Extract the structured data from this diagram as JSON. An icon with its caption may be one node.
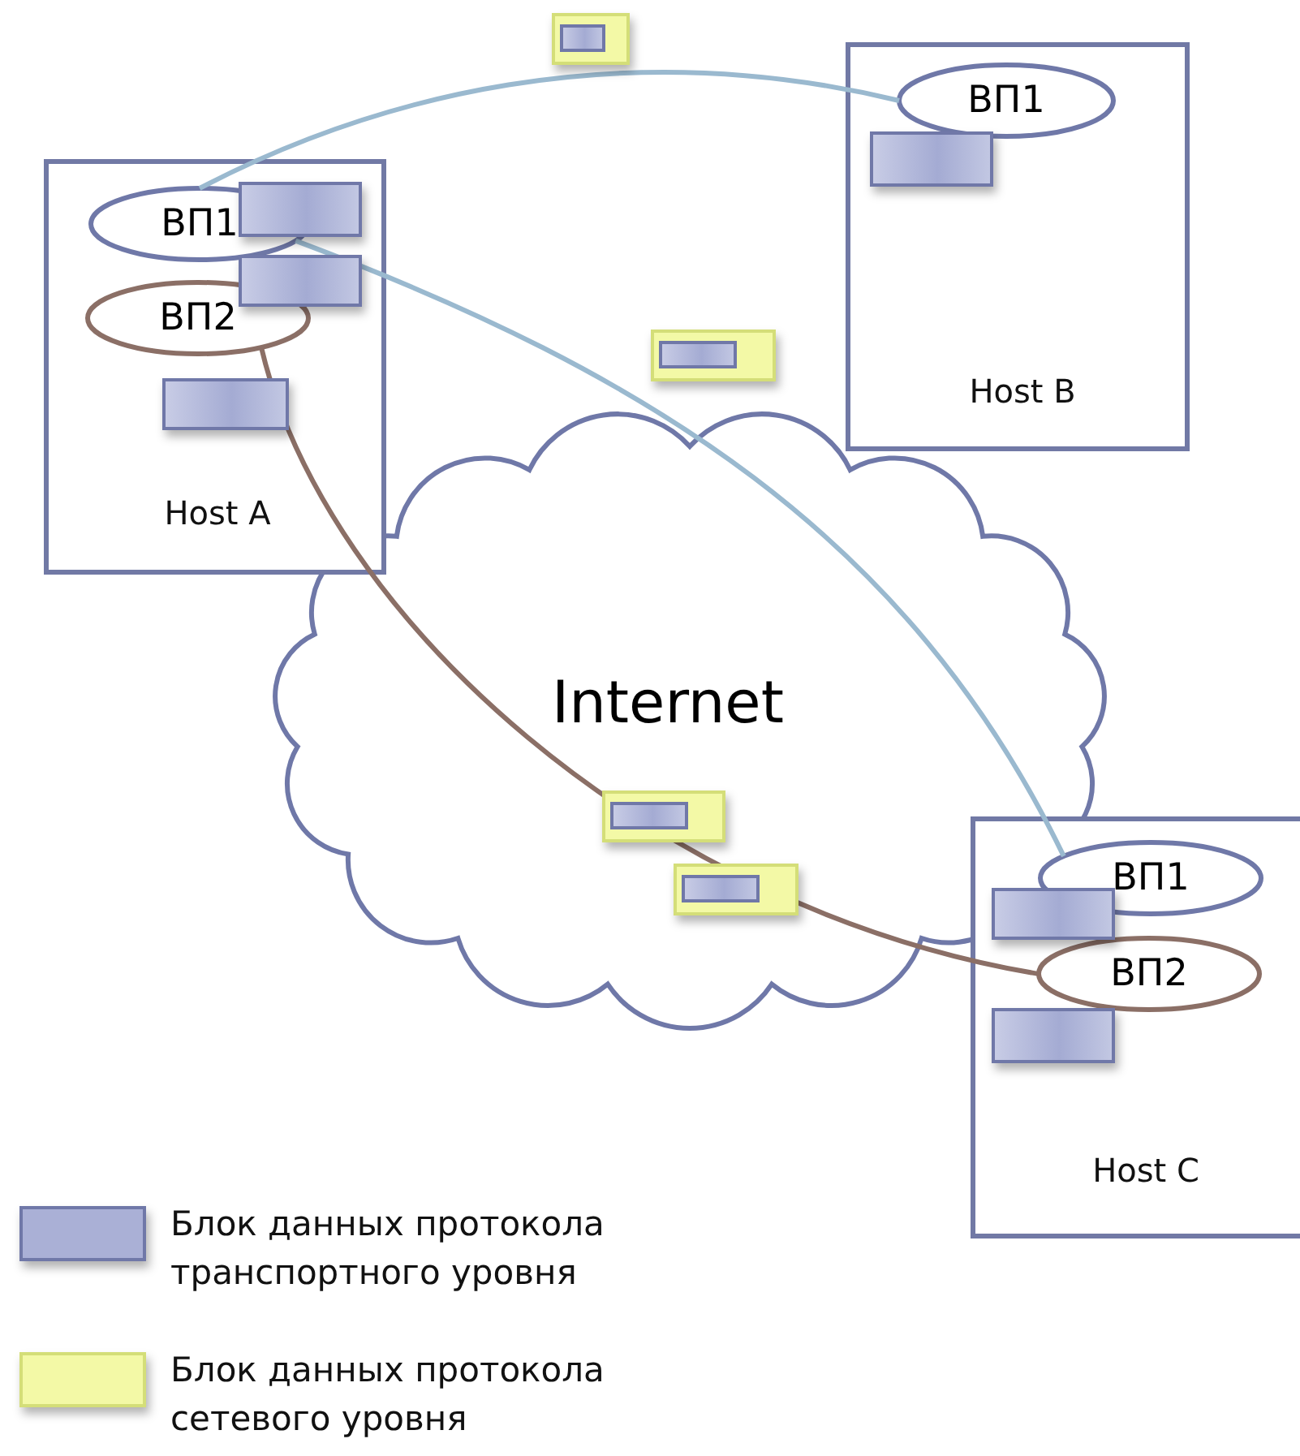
{
  "diagram": {
    "nodes": [
      {
        "text": [
          "Host A"
        ]
      },
      {
        "text": [
          "ВП1"
        ],
        "in": 0
      },
      {
        "text": [
          "ВП2"
        ],
        "in": 0
      },
      {
        "text": [
          "Host B"
        ]
      },
      {
        "text": [
          "ВП1"
        ],
        "in": 3
      },
      {
        "text": [
          "Internet"
        ]
      },
      {
        "text": [
          "Host C"
        ]
      },
      {
        "text": [
          "ВП1"
        ],
        "in": 6
      },
      {
        "text": [
          "ВП2"
        ],
        "in": 6
      }
    ],
    "edges": [
      {
        "from": 1,
        "to": 4,
        "arrow": "none"
      },
      {
        "from": 1,
        "to": 7,
        "arrow": "none"
      },
      {
        "from": 2,
        "to": 8,
        "arrow": "none",
        "color": "#8b6f66"
      }
    ],
    "legend": [
      {
        "text": "Блок данных протокола транспортного уровня",
        "color": "#aab0d6"
      },
      {
        "text": "Блок данных протокола сетевого уровня",
        "color": "#f3f9a6"
      }
    ]
  }
}
